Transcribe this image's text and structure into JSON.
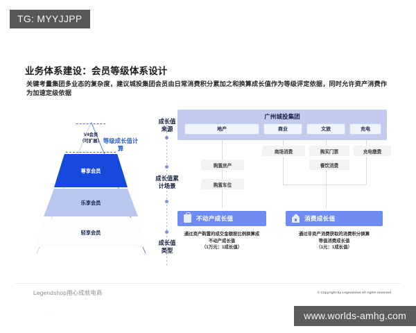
{
  "overlay": {
    "top_tag": "TG: MYYJJPP",
    "watermark": "www.worlds-amhg.com"
  },
  "slide": {
    "title": "业务体系建设：会员等级体系设计",
    "description": "关键考量集团多业态的复杂度，建议城投集团会员由日常消费积分累加之和换算成长值作为等级评定依据，同时允许资产消费作为加速定级依据",
    "page_marker": ". .",
    "footer_left": "Legendshop用心成就电商",
    "footer_right": "© Copyright by Legendshot All rights reserved"
  },
  "pyramid": {
    "annotation": "等级成长值计算",
    "tiers": [
      {
        "label": "V4会员\n（可扩展）",
        "label_line1": "V4会员",
        "label_line2": "（可扩展）",
        "style": "dashed"
      },
      {
        "label": "尊享会员",
        "style": "solid-dark"
      },
      {
        "label": "乐享会员",
        "style": "solid-light"
      },
      {
        "label": "轻享会员",
        "style": "solid-white"
      }
    ]
  },
  "axis": {
    "labels": [
      {
        "line1": "成长值",
        "line2": "来源"
      },
      {
        "line1": "成长值累",
        "line2": "计场景"
      },
      {
        "line1": "成长值",
        "line2": "类型"
      }
    ]
  },
  "group": {
    "title": "广州城投集团",
    "business_units": [
      "地产",
      "商业",
      "文旅",
      "充电"
    ]
  },
  "scenarios": [
    {
      "label": "购置房产"
    },
    {
      "label": "购置车位"
    },
    {
      "label": "商场消费"
    },
    {
      "label": "购买门票"
    },
    {
      "label": "餐饮消费"
    },
    {
      "label": "充电缴费"
    }
  ],
  "value_types": [
    {
      "icon": "bag-icon",
      "title": "不动产成长值",
      "desc_line1": "通过资产购置的成交金额按比例换算成",
      "desc_line2": "不动产成长值",
      "desc_line3": "（1万元：1成长值）",
      "accent": "#6f8cf3"
    },
    {
      "icon": "home-icon",
      "title": "消费成长值",
      "desc_line1": "通过非资产消费获取的消费积分换算",
      "desc_line2": "等值消费成长值",
      "desc_line3": "（1元：1成长值）",
      "accent": "#6f8cf3"
    }
  ],
  "colors": {
    "panel_bg": "#c3cbee",
    "tier_dark": "#1749dd",
    "tier_light": "#b9c6f0",
    "accent_blue": "#2f5fd0",
    "card_accent": "#6f8cf3"
  }
}
